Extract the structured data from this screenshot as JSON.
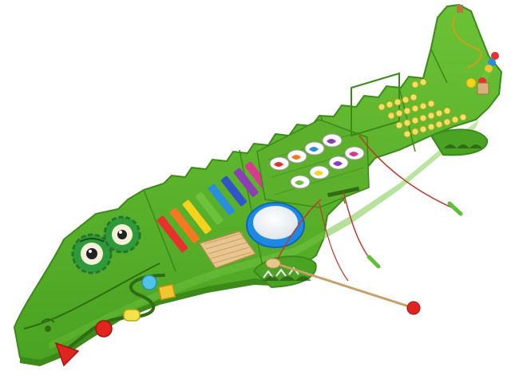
{
  "scene": {
    "subject": "crocodile-activity-wall-panel",
    "panels": [
      "head-with-shapes",
      "xylophone-and-drum",
      "fishing-game",
      "abacus-counting",
      "bead-maze-tail"
    ],
    "colors": {
      "body": "#58b22c",
      "body_dark": "#3f8f1c",
      "body_light": "#7fcf46",
      "eye_gear": "#2f9a3a",
      "xylophone": [
        "#e8312d",
        "#f37a21",
        "#f7d21c",
        "#6cc23a",
        "#2a8fd8",
        "#2f55c7",
        "#8a3fb5",
        "#d83a8c"
      ],
      "drum_ring": "#1e88e5",
      "abacus_bead": "#f3e06a",
      "string": "#c0392b"
    },
    "icons": [
      "gear-eye-icon",
      "triangle-shape-icon",
      "circle-shape-icon",
      "square-shape-icon",
      "cylinder-shape-icon",
      "fish-icon",
      "magnet-rod-icon",
      "mallet-icon"
    ]
  }
}
